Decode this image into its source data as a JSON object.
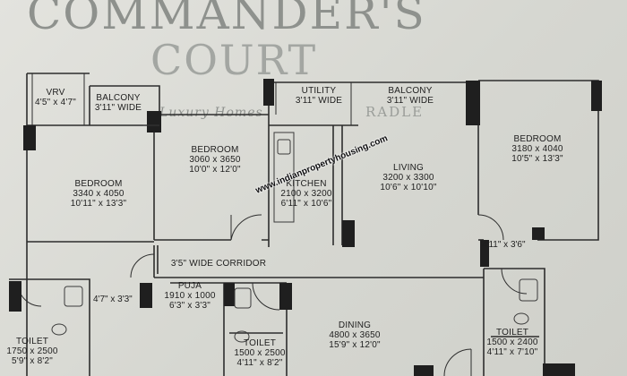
{
  "header": {
    "line1": "COMMANDER'S",
    "line2": "COURT",
    "tagline": "Luxury Homes",
    "tagline_tail": "RADLE"
  },
  "watermark": "www.indianpropertyhousing.com",
  "rooms": {
    "vrv": {
      "name": "VRV",
      "dims": "4'5\" x 4'7\""
    },
    "balcony_left": {
      "name": "BALCONY",
      "dims": "3'11\" WIDE"
    },
    "utility": {
      "name": "UTILITY",
      "dims": "3'11\" WIDE"
    },
    "balcony_right": {
      "name": "BALCONY",
      "dims": "3'11\" WIDE"
    },
    "bedroom_left": {
      "name": "BEDROOM",
      "metric": "3340 x 4050",
      "imperial": "10'11\" x 13'3\""
    },
    "bedroom_mid": {
      "name": "BEDROOM",
      "metric": "3060 x 3650",
      "imperial": "10'0\" x 12'0\""
    },
    "kitchen": {
      "name": "KITCHEN",
      "metric": "2100 x 3200",
      "imperial": "6'11\" x 10'6\""
    },
    "living": {
      "name": "LIVING",
      "metric": "3200 x 3300",
      "imperial": "10'6\" x 10'10\""
    },
    "bedroom_right": {
      "name": "BEDROOM",
      "metric": "3180 x 4040",
      "imperial": "10'5\" x 13'3\""
    },
    "corridor": {
      "name": "3'5\" WIDE CORRIDOR"
    },
    "puja": {
      "name": "PUJA",
      "metric": "1910 x 1000",
      "imperial": "6'3\" x 3'3\""
    },
    "dining": {
      "name": "DINING",
      "metric": "4800 x 3650",
      "imperial": "15'9\" x 12'0\""
    },
    "toilet_left": {
      "name": "TOILET",
      "metric": "1750 x 2500",
      "imperial": "5'9\" x 8'2\""
    },
    "toilet_mid": {
      "name": "TOILET",
      "metric": "1500 x 2500",
      "imperial": "4'11\" x 8'2\""
    },
    "toilet_right": {
      "name": "TOILET",
      "metric": "1500 x 2400",
      "imperial": "4'11\" x 7'10\""
    }
  },
  "dimensions": {
    "passage_left": "4'7\" x 3'3\"",
    "passage_right": "4'11\" x 3'6\""
  }
}
